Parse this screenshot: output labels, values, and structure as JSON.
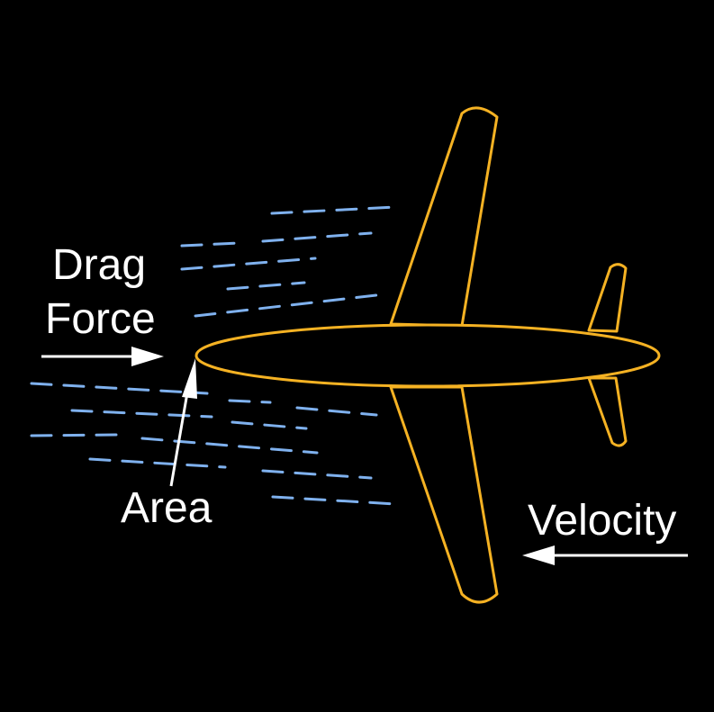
{
  "labels": {
    "drag_line1": "Drag",
    "drag_line2": "Force",
    "area": "Area",
    "velocity": "Velocity"
  },
  "colors": {
    "background": "#000000",
    "airplane_outline": "#f5b223",
    "airflow_lines": "#7fb1ee",
    "text": "#ffffff",
    "arrows": "#ffffff"
  },
  "icons": {
    "airplane": "airplane-icon",
    "airflow": "airflow-lines",
    "drag_arrow": "arrow-right-icon",
    "velocity_arrow": "arrow-left-icon",
    "area_pointer": "arrow-up-icon"
  }
}
